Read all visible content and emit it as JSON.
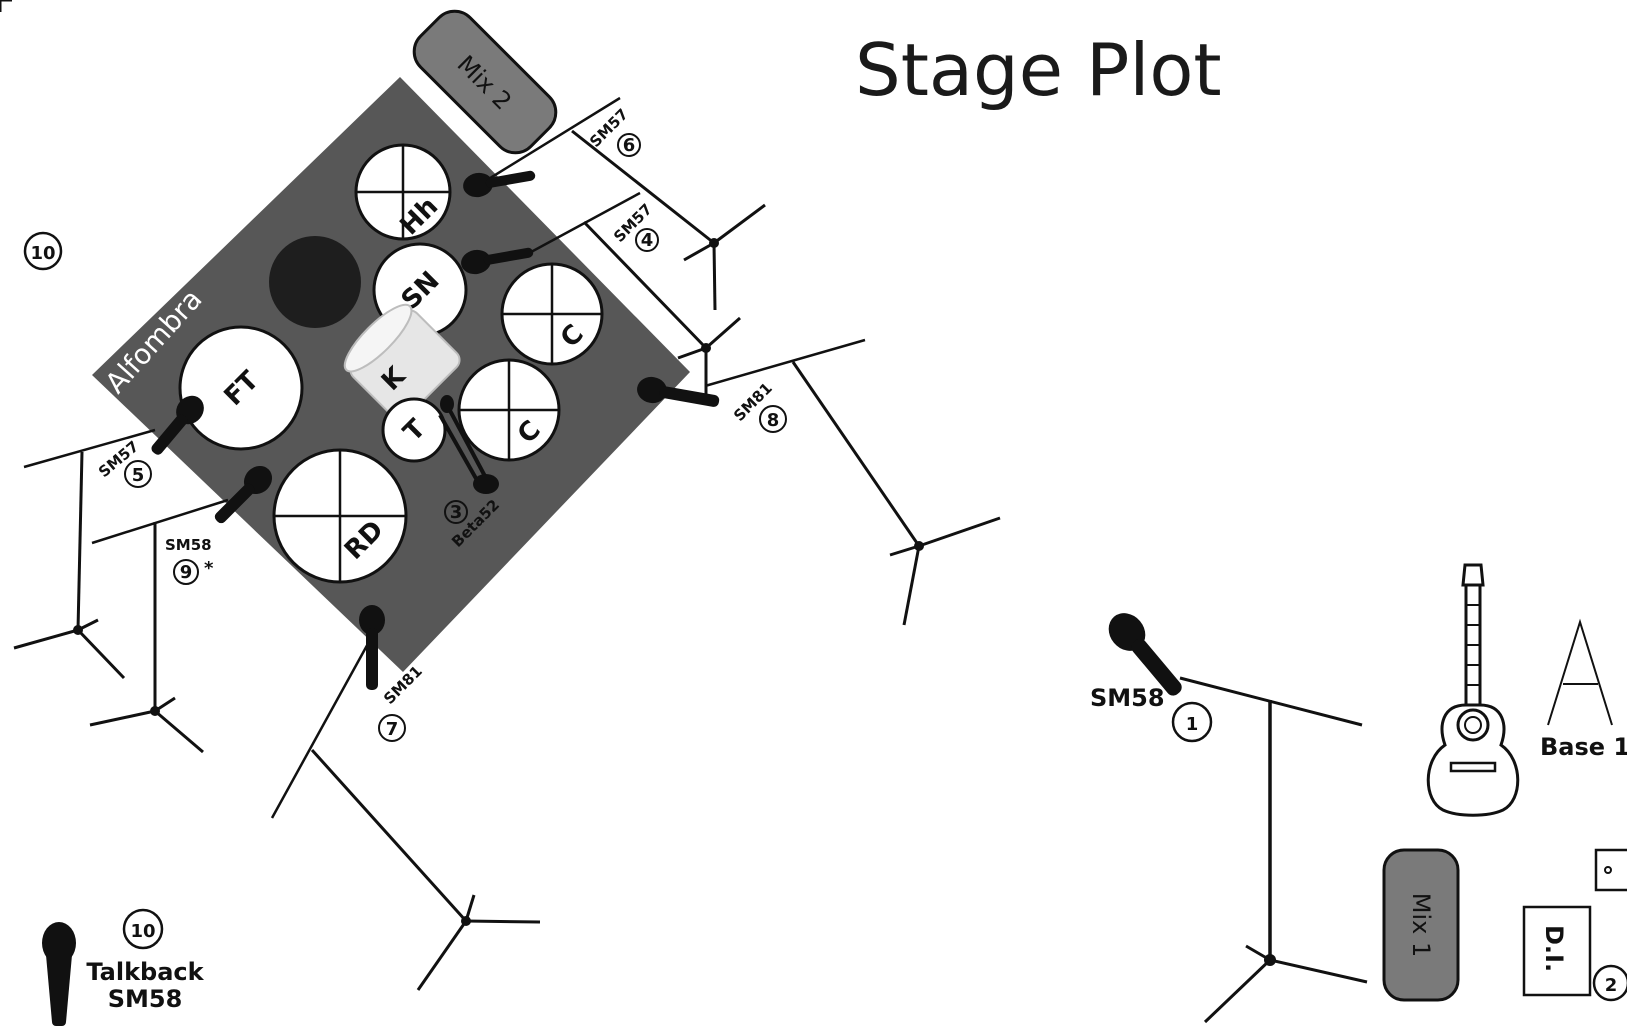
{
  "title": "Stage Plot",
  "rug_label": "Alfombra",
  "monitors": {
    "mix1": "Mix 1",
    "mix2": "Mix 2"
  },
  "drums": {
    "hihat": "Hh",
    "snare": "SN",
    "kick": "K",
    "floor_tom": "FT",
    "tom": "T",
    "crash_1": "C",
    "crash_2": "C",
    "ride": "RD"
  },
  "channels": {
    "ch1": {
      "mic": "SM58",
      "num": "1"
    },
    "ch2": {
      "num": "2",
      "di": "D.I."
    },
    "ch3": {
      "mic": "Beta52",
      "num": "3"
    },
    "ch4": {
      "mic": "SM57",
      "num": "4"
    },
    "ch5": {
      "mic": "SM57",
      "num": "5"
    },
    "ch6": {
      "mic": "SM57",
      "num": "6"
    },
    "ch7": {
      "mic": "SM81",
      "num": "7"
    },
    "ch8": {
      "mic": "SM81",
      "num": "8"
    },
    "ch9": {
      "mic": "SM58",
      "num": "9",
      "mark": "*"
    },
    "ch10": {
      "num": "10",
      "label": "Talkback",
      "mic": "SM58"
    }
  },
  "bass": {
    "label": "Base 1"
  },
  "icons": [
    "guitar-icon",
    "bass-amp-icon",
    "microphone-icon",
    "mic-stand-icon",
    "di-box-icon"
  ]
}
